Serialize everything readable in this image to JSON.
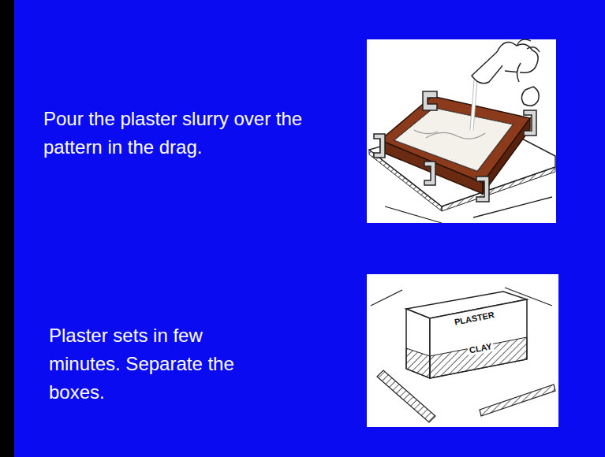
{
  "diagram": {
    "labels": [
      "Pour the plaster slurry over the pattern in the drag.",
      "Plaster sets in few minutes. Separate the boxes.",
      "PLASTER",
      "CLAY"
    ]
  }
}
